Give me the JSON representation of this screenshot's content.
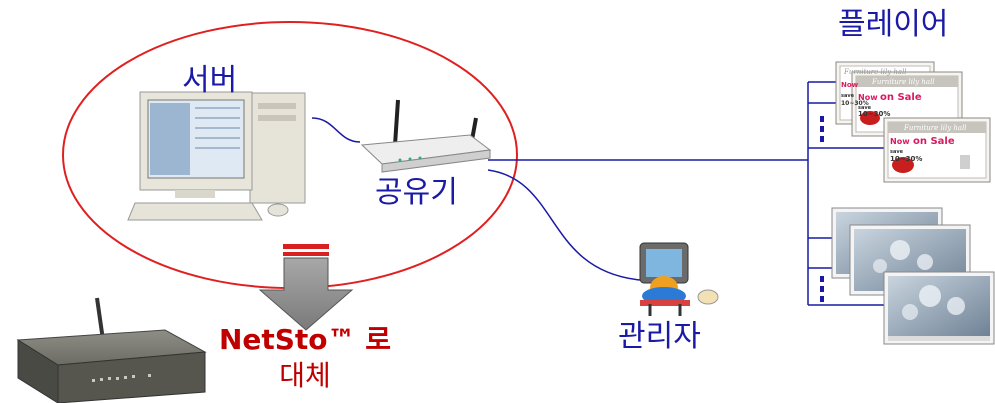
{
  "labels": {
    "server": "서버",
    "router": "공유기",
    "players": "플레이어",
    "admin": "관리자",
    "replace_line1": "NetSto™ 로",
    "replace_line2": "대체"
  },
  "ad_screen": {
    "brand": "Furniture lily hall",
    "now": "Now",
    "on_sale": "on Sale",
    "save": "save",
    "discount": "10~30%"
  },
  "colors": {
    "label_blue": "#1a1aa6",
    "ellipse_red": "#e02020",
    "arrow_red": "#c00000",
    "line_blue": "#1a1aa6"
  }
}
